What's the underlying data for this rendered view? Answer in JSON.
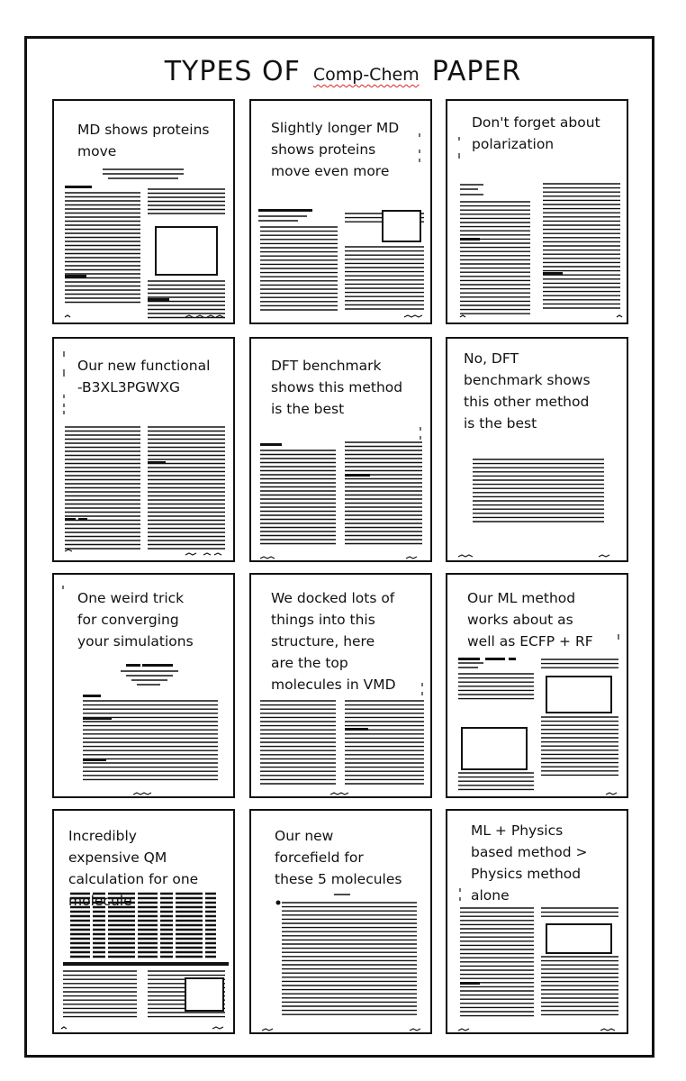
{
  "comic": {
    "title_left": "TYPES OF",
    "title_middle": "Comp-Chem",
    "title_right": "PAPER",
    "panels": [
      {
        "lines": [
          "MD shows proteins",
          "move"
        ]
      },
      {
        "lines": [
          "Slightly longer MD",
          "shows proteins",
          "move even more"
        ]
      },
      {
        "lines": [
          "Don't forget about",
          "polarization"
        ]
      },
      {
        "lines": [
          "Our new functional",
          "-B3XL3PGWXG"
        ]
      },
      {
        "lines": [
          "DFT benchmark",
          "shows this method",
          "is the best"
        ]
      },
      {
        "lines": [
          "No, DFT",
          "benchmark shows",
          "this other method",
          "is the best"
        ]
      },
      {
        "lines": [
          "One weird trick",
          "for converging",
          "your simulations"
        ]
      },
      {
        "lines": [
          "We docked lots of",
          "things into this",
          "structure, here",
          "are the top",
          "molecules in VMD"
        ]
      },
      {
        "lines": [
          "Our ML method",
          "works about as",
          "well as ECFP + RF"
        ]
      },
      {
        "lines": [
          "Incredibly",
          "expensive QM",
          "calculation for one",
          "molecule"
        ]
      },
      {
        "lines": [
          "Our new",
          "forcefield for",
          "these 5 molecules"
        ]
      },
      {
        "lines": [
          "ML + Physics",
          "based method >",
          "Physics method",
          "alone"
        ]
      }
    ]
  }
}
